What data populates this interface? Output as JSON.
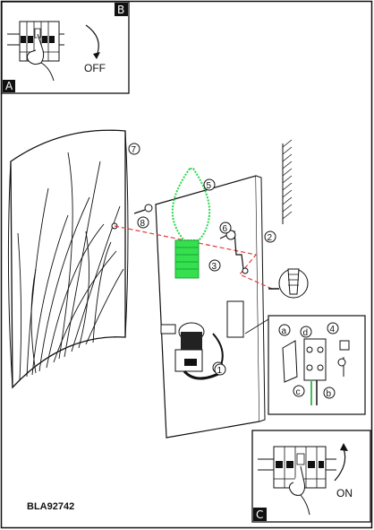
{
  "labels": {
    "panel_a": "A",
    "panel_b": "B",
    "panel_c": "C",
    "off": "OFF",
    "on": "ON",
    "model": "BLA92742"
  },
  "steps": [
    "1",
    "2",
    "3",
    "4",
    "5",
    "6",
    "7",
    "8"
  ],
  "terminals": [
    "a",
    "b",
    "c",
    "d"
  ],
  "colors": {
    "bulb": "#27d84a",
    "bulb_base": "#35e04f",
    "cable_green": "#3fbf55",
    "cut_line": "#e43a3a",
    "ink": "#111111"
  },
  "icons": [
    "switch-off-icon",
    "switch-on-icon",
    "hand-icon",
    "screw-icon",
    "earth-icon",
    "wall-hatch-icon"
  ]
}
